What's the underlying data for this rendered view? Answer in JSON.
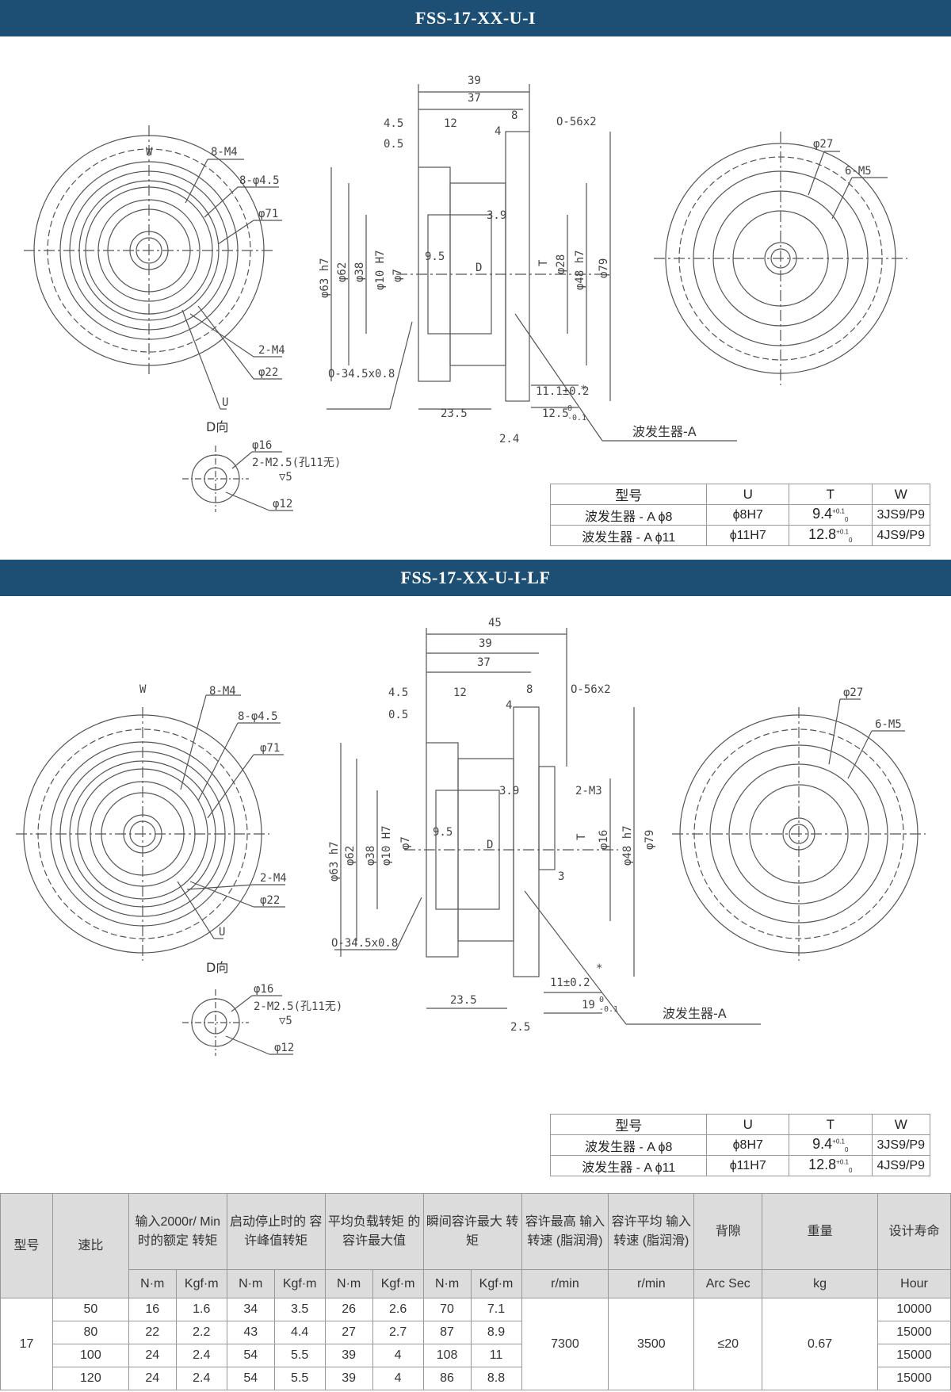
{
  "sections": [
    {
      "title": "FSS-17-XX-U-I",
      "front": {
        "w": "W",
        "m4": "8-M4",
        "phi45": "8-φ4.5",
        "phi71": "φ71",
        "m4b": "2-M4",
        "phi22": "φ22",
        "u": "U"
      },
      "side": {
        "top_dims": [
          "39",
          "37",
          "12",
          "8",
          "4",
          "4.5",
          "0.5"
        ],
        "o_ring_top": "O-56x2",
        "o_ring_bottom": "O-34.5x0.8",
        "left_dims": [
          "φ63 h7",
          "φ62",
          "φ38",
          "φ10 H7",
          "φ7"
        ],
        "right_dims": [
          "φ28",
          "φ48 h7",
          "φ79"
        ],
        "inner": [
          "3.9",
          "9.5",
          "D",
          "T"
        ],
        "bottom_dims": [
          "11.1±0.2",
          "12.5",
          "23.5",
          "2.4"
        ],
        "tol_upper": "0",
        "tol_lower": "-0.1",
        "star": "*",
        "wave_gen": "波发生器-A"
      },
      "rear": {
        "phi27": "φ27",
        "m5": "6-M5"
      },
      "d_view": {
        "title": "D向",
        "phi16": "φ16",
        "m25": "2-M2.5(孔11无)",
        "depth": "▽5",
        "phi12": "φ12"
      },
      "table": {
        "headers": [
          "型号",
          "U",
          "T",
          "W"
        ],
        "rows": [
          {
            "model": "波发生器 - A ϕ8",
            "u": "ϕ8H7",
            "t": "9.4",
            "tu": "+0.1",
            "tl": "0",
            "w": "3JS9/P9"
          },
          {
            "model": "波发生器 - A ϕ11",
            "u": "ϕ11H7",
            "t": "12.8",
            "tu": "+0.1",
            "tl": "0",
            "w": "4JS9/P9"
          }
        ]
      }
    },
    {
      "title": "FSS-17-XX-U-I-LF",
      "front": {
        "w": "W",
        "m4": "8-M4",
        "phi45": "8-φ4.5",
        "phi71": "φ71",
        "m4b": "2-M4",
        "phi22": "φ22",
        "u": "U"
      },
      "side": {
        "top_dims": [
          "45",
          "39",
          "37",
          "12",
          "8",
          "4",
          "4.5",
          "0.5"
        ],
        "o_ring_top": "O-56x2",
        "o_ring_bottom": "O-34.5x0.8",
        "left_dims": [
          "φ63 h7",
          "φ62",
          "φ38",
          "φ10 H7",
          "φ7"
        ],
        "right_dims": [
          "φ16",
          "φ48 h7",
          "φ79"
        ],
        "inner": [
          "3.9",
          "9.5",
          "D",
          "T",
          "2-M3",
          "3"
        ],
        "bottom_dims": [
          "11±0.2",
          "19",
          "23.5",
          "2.5"
        ],
        "tol_upper": "0",
        "tol_lower": "-0.1",
        "star": "*",
        "wave_gen": "波发生器-A"
      },
      "rear": {
        "phi27": "φ27",
        "m5": "6-M5"
      },
      "d_view": {
        "title": "D向",
        "phi16": "φ16",
        "m25": "2-M2.5(孔11无)",
        "depth": "▽5",
        "phi12": "φ12"
      },
      "table": {
        "headers": [
          "型号",
          "U",
          "T",
          "W"
        ],
        "rows": [
          {
            "model": "波发生器 - A ϕ8",
            "u": "ϕ8H7",
            "t": "9.4",
            "tu": "+0.1",
            "tl": "0",
            "w": "3JS9/P9"
          },
          {
            "model": "波发生器 - A ϕ11",
            "u": "ϕ11H7",
            "t": "12.8",
            "tu": "+0.1",
            "tl": "0",
            "w": "4JS9/P9"
          }
        ]
      }
    }
  ],
  "spec": {
    "headers": [
      "型号",
      "速比",
      "输入2000r/ Min时的额定 转矩",
      "启动停止时的 容许峰值转矩",
      "平均负载转矩 的容许最大值",
      "瞬间容许最大 转矩",
      "容许最高 输入转速 (脂润滑)",
      "容许平均 输入转速 (脂润滑)",
      "背隙",
      "重量",
      "设计寿命"
    ],
    "units": [
      "N·m",
      "Kgf·m",
      "N·m",
      "Kgf·m",
      "N·m",
      "Kgf·m",
      "N·m",
      "Kgf·m",
      "r/min",
      "r/min",
      "Arc Sec",
      "kg",
      "Hour"
    ],
    "model": "17",
    "max_speed": "7300",
    "avg_speed": "3500",
    "backlash": "≤20",
    "weight": "0.67",
    "rows": [
      {
        "ratio": "50",
        "a1": "16",
        "a2": "1.6",
        "b1": "34",
        "b2": "3.5",
        "c1": "26",
        "c2": "2.6",
        "d1": "70",
        "d2": "7.1",
        "life": "10000"
      },
      {
        "ratio": "80",
        "a1": "22",
        "a2": "2.2",
        "b1": "43",
        "b2": "4.4",
        "c1": "27",
        "c2": "2.7",
        "d1": "87",
        "d2": "8.9",
        "life": "15000"
      },
      {
        "ratio": "100",
        "a1": "24",
        "a2": "2.4",
        "b1": "54",
        "b2": "5.5",
        "c1": "39",
        "c2": "4",
        "d1": "108",
        "d2": "11",
        "life": "15000"
      },
      {
        "ratio": "120",
        "a1": "24",
        "a2": "2.4",
        "b1": "54",
        "b2": "5.5",
        "c1": "39",
        "c2": "4",
        "d1": "86",
        "d2": "8.8",
        "life": "15000"
      }
    ]
  }
}
